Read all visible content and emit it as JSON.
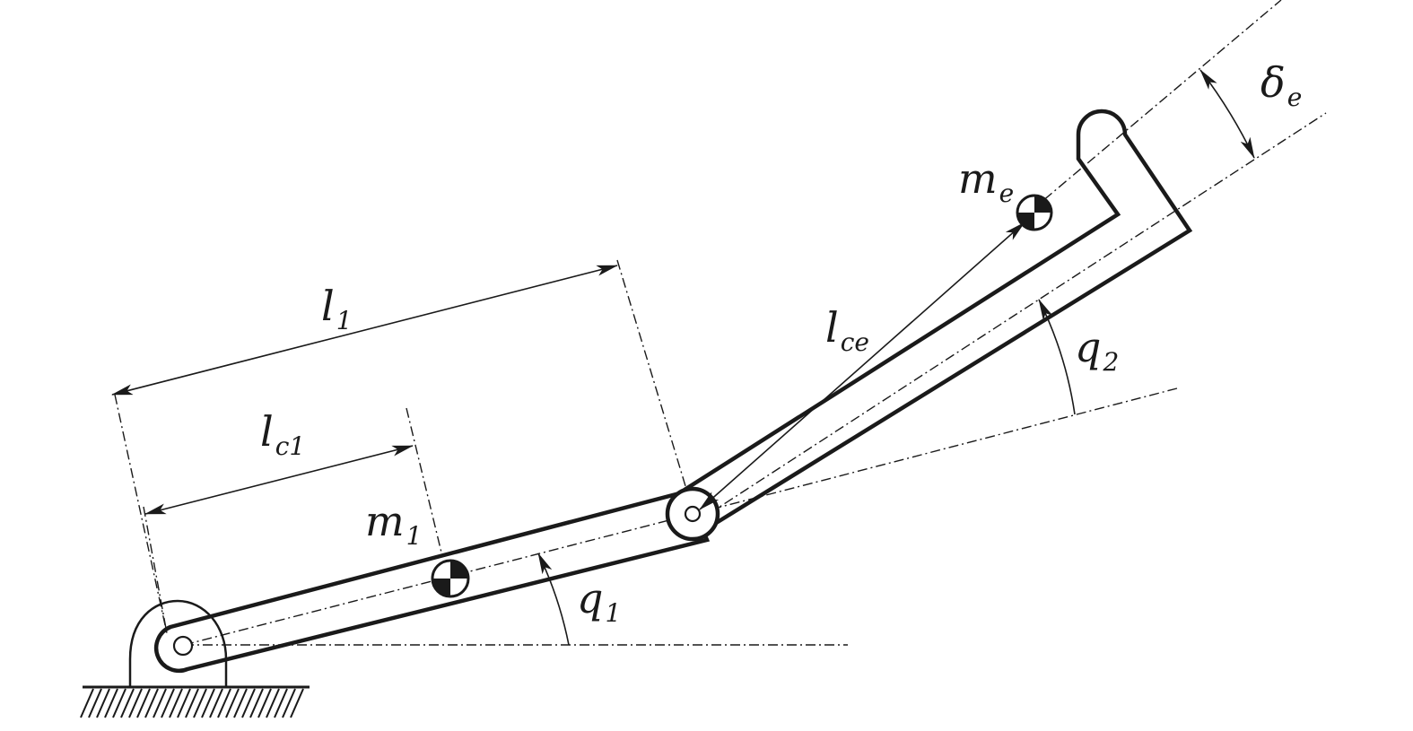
{
  "labels": {
    "l1": {
      "main": "l",
      "sub": "1"
    },
    "lc1": {
      "main": "l",
      "sub": "c1"
    },
    "m1": {
      "main": "m",
      "sub": "1"
    },
    "q1": {
      "main": "q",
      "sub": "1"
    },
    "lce": {
      "main": "l",
      "sub": "ce"
    },
    "me": {
      "main": "m",
      "sub": "e"
    },
    "q2": {
      "main": "q",
      "sub": "2"
    },
    "de": {
      "main": "δ",
      "sub": "e"
    }
  },
  "colors": {
    "ink": "#1a1a1a",
    "background": "#ffffff"
  },
  "icons": {
    "com_marker": "center-of-mass-icon",
    "ground": "ground-hatch-icon",
    "joint": "revolute-joint-icon"
  }
}
